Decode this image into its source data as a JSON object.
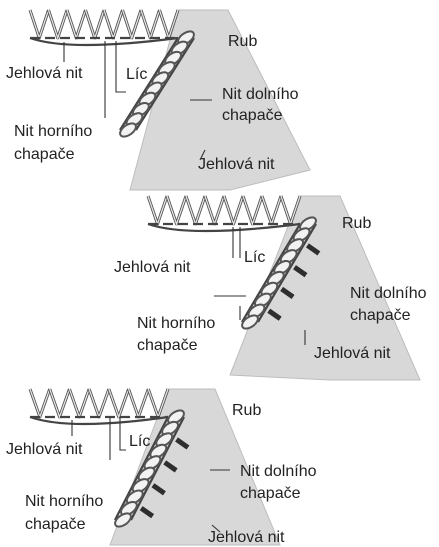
{
  "diagrams": [
    {
      "rub": "Rub",
      "lic": "Líc",
      "needle_thread_left": "Jehlová nit",
      "upper_looper": [
        "Nit horního",
        "chapače"
      ],
      "lower_looper": [
        "Nit dolního",
        "chapače"
      ],
      "needle_thread_bottom": "Jehlová nit"
    },
    {
      "rub": "Rub",
      "lic": "Líc",
      "needle_thread_left": "Jehlová nit",
      "upper_looper": [
        "Nit horního",
        "chapače"
      ],
      "lower_looper": [
        "Nit dolního",
        "chapače"
      ],
      "needle_thread_bottom": "Jehlová nit"
    },
    {
      "rub": "Rub",
      "lic": "Líc",
      "needle_thread_left": "Jehlová nit",
      "upper_looper": [
        "Nit horního",
        "chapače"
      ],
      "lower_looper": [
        "Nit dolního",
        "chapače"
      ],
      "needle_thread_bottom": "Jehlová nit"
    }
  ],
  "colors": {
    "fabric": "#d8d8d8",
    "thread": "#555555",
    "needle_thread_dark": "#2e2e2e",
    "text": "#222222"
  }
}
